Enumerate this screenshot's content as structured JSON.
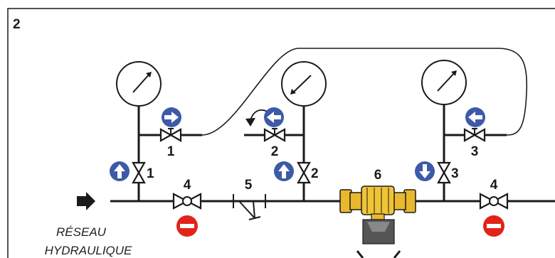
{
  "panel_number": "2",
  "network_label": {
    "line1": "RÉSEAU",
    "line2": "HYDRAULIQUE"
  },
  "valve_labels": [
    "1",
    "2",
    "3"
  ],
  "vertical_valve_labels": [
    "1",
    "2",
    "3"
  ],
  "isolation_valve_labels": [
    "4",
    "4"
  ],
  "strainer_label": "5",
  "device_label": "6",
  "gauges": [
    {
      "needle": "up-right"
    },
    {
      "needle": "down-left"
    },
    {
      "needle": "up-right"
    }
  ],
  "flow_indicators": {
    "vertical": [
      "up",
      "up",
      "down"
    ],
    "horizontal": [
      "right",
      "left",
      "left"
    ]
  },
  "status_icons": [
    "no-entry",
    "no-entry"
  ],
  "colors": {
    "line": "#1a1a1a",
    "flow_badge": "#3d5aa8",
    "no_entry": "#e2231a",
    "device_brass": "#e8b92c",
    "device_body": "#555555"
  }
}
